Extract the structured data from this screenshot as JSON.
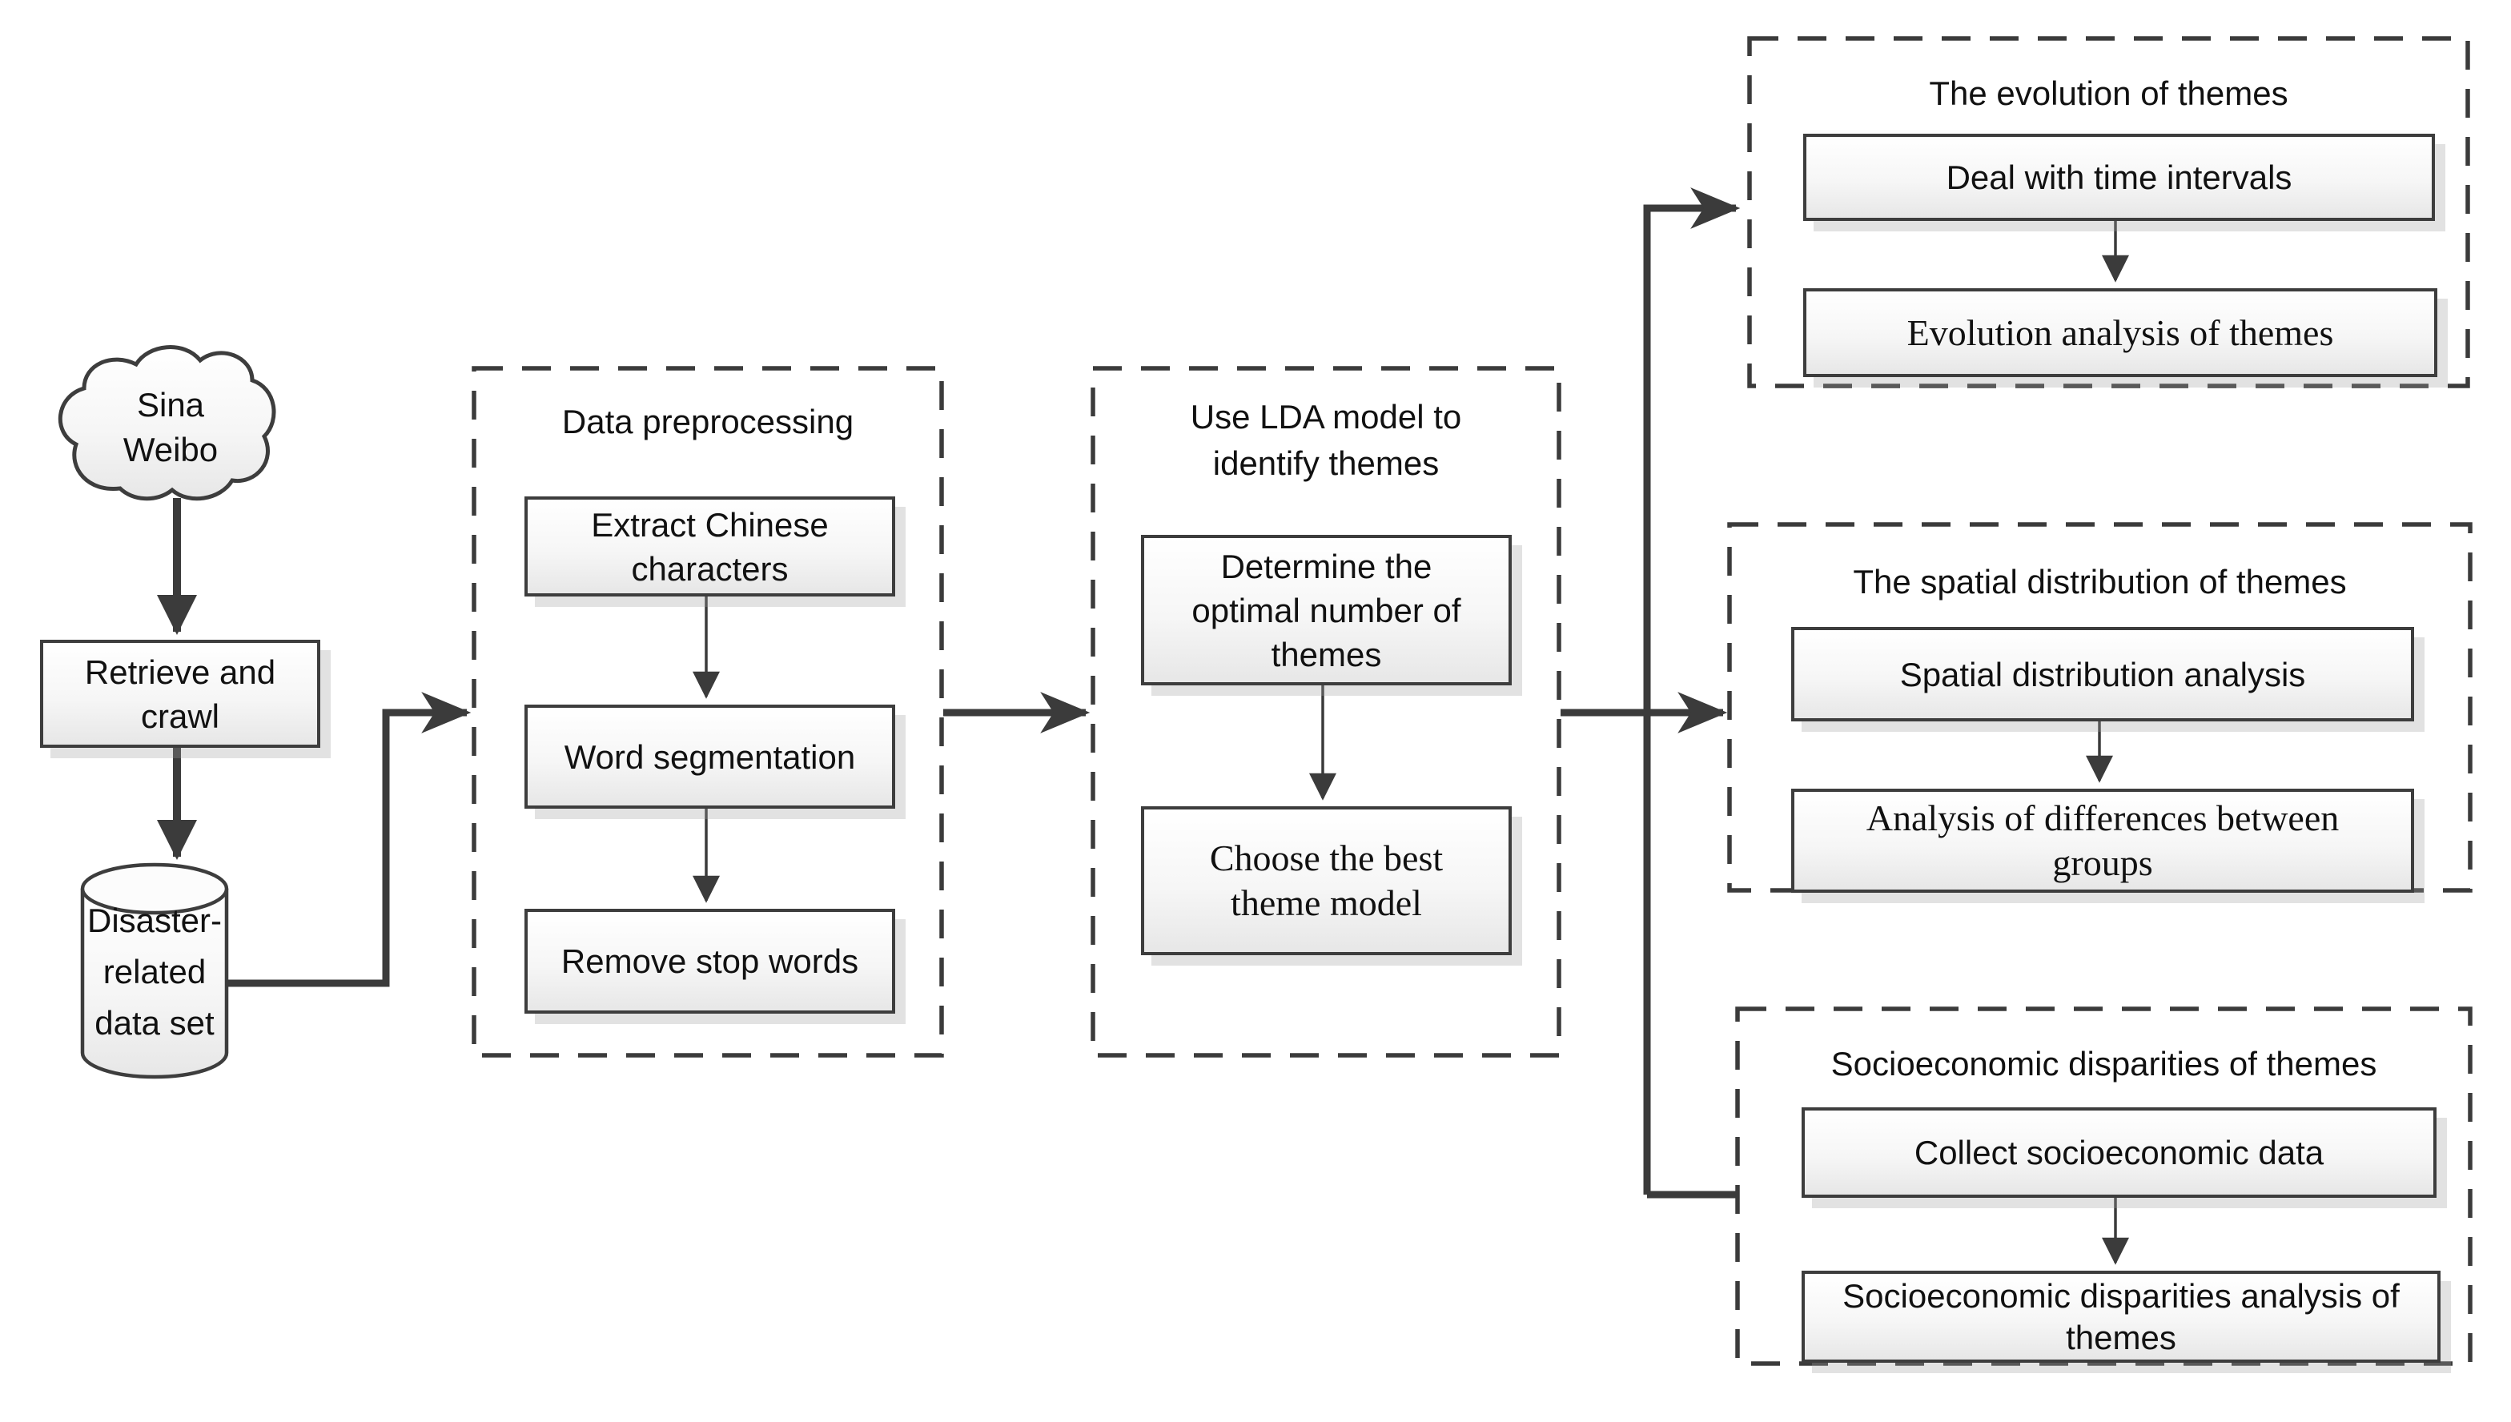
{
  "palette": {
    "line": "#3b3b3b",
    "box_border": "#3d3d3d",
    "box_fill_top": "#ffffff",
    "box_fill_bottom": "#e7e7e7",
    "text": "#111111"
  },
  "source": {
    "cloud_label": "Sina\nWeibo",
    "retrieve_label": "Retrieve and\ncrawl",
    "dataset_label": "Disaster-\nrelated\ndata set"
  },
  "preprocessing": {
    "title": "Data preprocessing",
    "steps": {
      "extract": "Extract Chinese\ncharacters",
      "segment": "Word segmentation",
      "stopwords": "Remove stop words"
    }
  },
  "lda": {
    "title": "Use LDA model to\nidentify themes",
    "steps": {
      "determine": "Determine the\noptimal number of\nthemes",
      "choose": "Choose the best\ntheme model"
    }
  },
  "evolution": {
    "title": "The evolution of themes",
    "steps": {
      "intervals": "Deal with time intervals",
      "analysis": "Evolution analysis of themes"
    }
  },
  "spatial": {
    "title": "The spatial distribution of themes",
    "steps": {
      "analysis": "Spatial distribution analysis",
      "differences": "Analysis of differences between\ngroups"
    }
  },
  "socioeconomic": {
    "title": "Socioeconomic disparities of themes",
    "steps": {
      "collect": "Collect socioeconomic data",
      "analysis": "Socioeconomic disparities analysis of\nthemes"
    }
  }
}
